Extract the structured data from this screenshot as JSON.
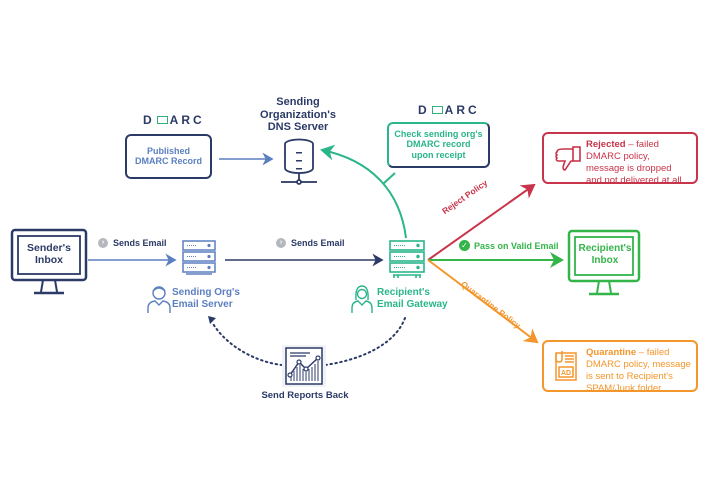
{
  "colors": {
    "navy": "#2b3a67",
    "blue": "#5b7fc0",
    "teal": "#2ab58a",
    "green": "#33b54a",
    "red": "#c8344a",
    "orange": "#f3962b",
    "gray": "#9aa0a6"
  },
  "dns_server": {
    "title_lines": [
      "Sending",
      "Organization's",
      "DNS Server"
    ]
  },
  "published_record": {
    "logo": {
      "left": "D",
      "right": "ARC"
    },
    "lines": [
      "Published",
      "DMARC Record"
    ]
  },
  "check_record": {
    "logo": {
      "left": "D",
      "right": "ARC"
    },
    "lines": [
      "Check sending org's",
      "DMARC record",
      "upon receipt"
    ]
  },
  "sender_inbox": {
    "lines": [
      "Sender's",
      "Inbox"
    ]
  },
  "recipient_inbox": {
    "lines": [
      "Recipient's",
      "Inbox"
    ]
  },
  "sending_server": {
    "lines": [
      "Sending Org's",
      "Email Server"
    ]
  },
  "gateway": {
    "lines": [
      "Recipient's",
      "Email Gateway"
    ]
  },
  "flows": {
    "send_1": "Sends Email",
    "send_2": "Sends Email",
    "reject": "Reject Policy",
    "pass": "Pass on Valid Email",
    "quarantine": "Quarantine Policy",
    "reports": "Send Reports Back"
  },
  "rejected_box": {
    "bold": "Rejected",
    "rest_lines": [
      " – failed",
      "DMARC policy,",
      "message is dropped",
      "and not delivered at all."
    ]
  },
  "quarantine_box": {
    "bold": "Quarantine",
    "rest_lines": [
      " – failed",
      "DMARC policy, message",
      "is sent to Recipient's",
      "SPAM/Junk folder."
    ],
    "icon_label": "AD"
  }
}
